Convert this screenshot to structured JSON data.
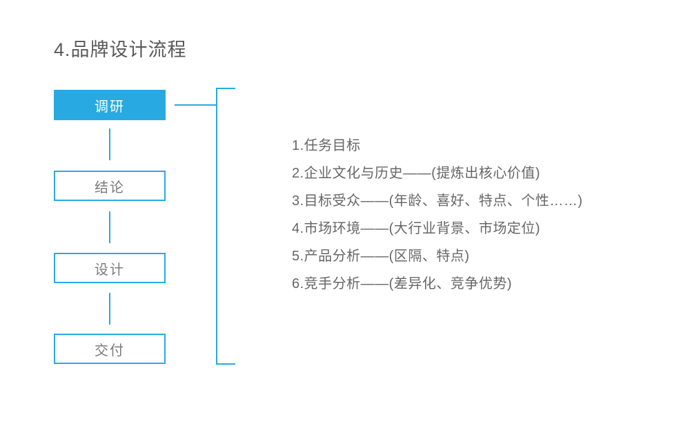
{
  "title": "4.品牌设计流程",
  "flowchart": {
    "steps": [
      {
        "label": "调研",
        "state": "active"
      },
      {
        "label": "结论",
        "state": "normal"
      },
      {
        "label": "设计",
        "state": "normal"
      },
      {
        "label": "交付",
        "state": "normal"
      }
    ]
  },
  "details": {
    "items": [
      "1.任务目标",
      "2.企业文化与历史——(提炼出核心价值)",
      "3.目标受众——(年龄、喜好、特点、个性……)",
      "4.市场环境——(大行业背景、市场定位)",
      "5.产品分析——(区隔、特点)",
      "6.竞手分析——(差异化、竞争优势)"
    ]
  },
  "colors": {
    "accent_blue": "#29a9e1",
    "title_text": "#595959",
    "body_text": "#666666",
    "outlined_box_text": "#7b7b7b",
    "active_box_text": "#ffffff",
    "background": "#ffffff"
  }
}
